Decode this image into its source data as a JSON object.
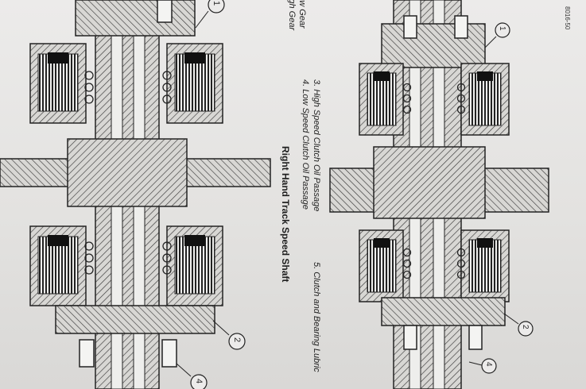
{
  "page_number": "8016-50",
  "callouts": [
    "1",
    "2",
    "4"
  ],
  "legend_left": {
    "line1": "Low Gear",
    "line2": "High Gear"
  },
  "legend_items": [
    "3. High Speed Clutch Oil Passage",
    "4. Low Speed Clutch Oil Passage"
  ],
  "legend_item_5": "5. Clutch and Bearing Lubric",
  "figure_title": "Right Hand Track Speed Shaft"
}
